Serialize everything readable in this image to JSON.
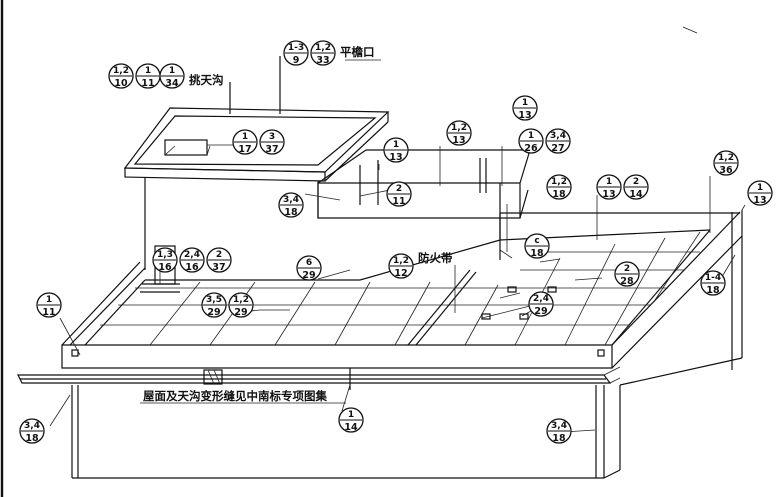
{
  "labels": {
    "tiao_tian_gou": "挑天沟",
    "ping_yan_kou": "平檐口",
    "fang_huo_dai": "防火带",
    "note": "屋面及天沟变形缝见中南标专项图集"
  },
  "callouts": [
    {
      "top": "1,2",
      "bottom": "10"
    },
    {
      "top": "1",
      "bottom": "11"
    },
    {
      "top": "1",
      "bottom": "34"
    },
    {
      "top": "1-3",
      "bottom": "9"
    },
    {
      "top": "1,2",
      "bottom": "33"
    },
    {
      "top": "1",
      "bottom": "17"
    },
    {
      "top": "3",
      "bottom": "37"
    },
    {
      "top": "1",
      "bottom": "13"
    },
    {
      "top": "1,2",
      "bottom": "13"
    },
    {
      "top": "1",
      "bottom": "13"
    },
    {
      "top": "1",
      "bottom": "26"
    },
    {
      "top": "3,4",
      "bottom": "27"
    },
    {
      "top": "2",
      "bottom": "11"
    },
    {
      "top": "3,4",
      "bottom": "18"
    },
    {
      "top": "1,2",
      "bottom": "18"
    },
    {
      "top": "1",
      "bottom": "13"
    },
    {
      "top": "2",
      "bottom": "14"
    },
    {
      "top": "1,2",
      "bottom": "36"
    },
    {
      "top": "1",
      "bottom": "13"
    },
    {
      "top": "1,3",
      "bottom": "16"
    },
    {
      "top": "2,4",
      "bottom": "16"
    },
    {
      "top": "2",
      "bottom": "37"
    },
    {
      "top": "6",
      "bottom": "29"
    },
    {
      "top": "1,2",
      "bottom": "12"
    },
    {
      "top": "c",
      "bottom": "18"
    },
    {
      "top": "2",
      "bottom": "28"
    },
    {
      "top": "1-4",
      "bottom": "18"
    },
    {
      "top": "1",
      "bottom": "11"
    },
    {
      "top": "3,5",
      "bottom": "29"
    },
    {
      "top": "1,2",
      "bottom": "29"
    },
    {
      "top": "2,4",
      "bottom": "29"
    },
    {
      "top": "1",
      "bottom": "14"
    },
    {
      "top": "3,4",
      "bottom": "18"
    },
    {
      "top": "3,4",
      "bottom": "18"
    }
  ]
}
